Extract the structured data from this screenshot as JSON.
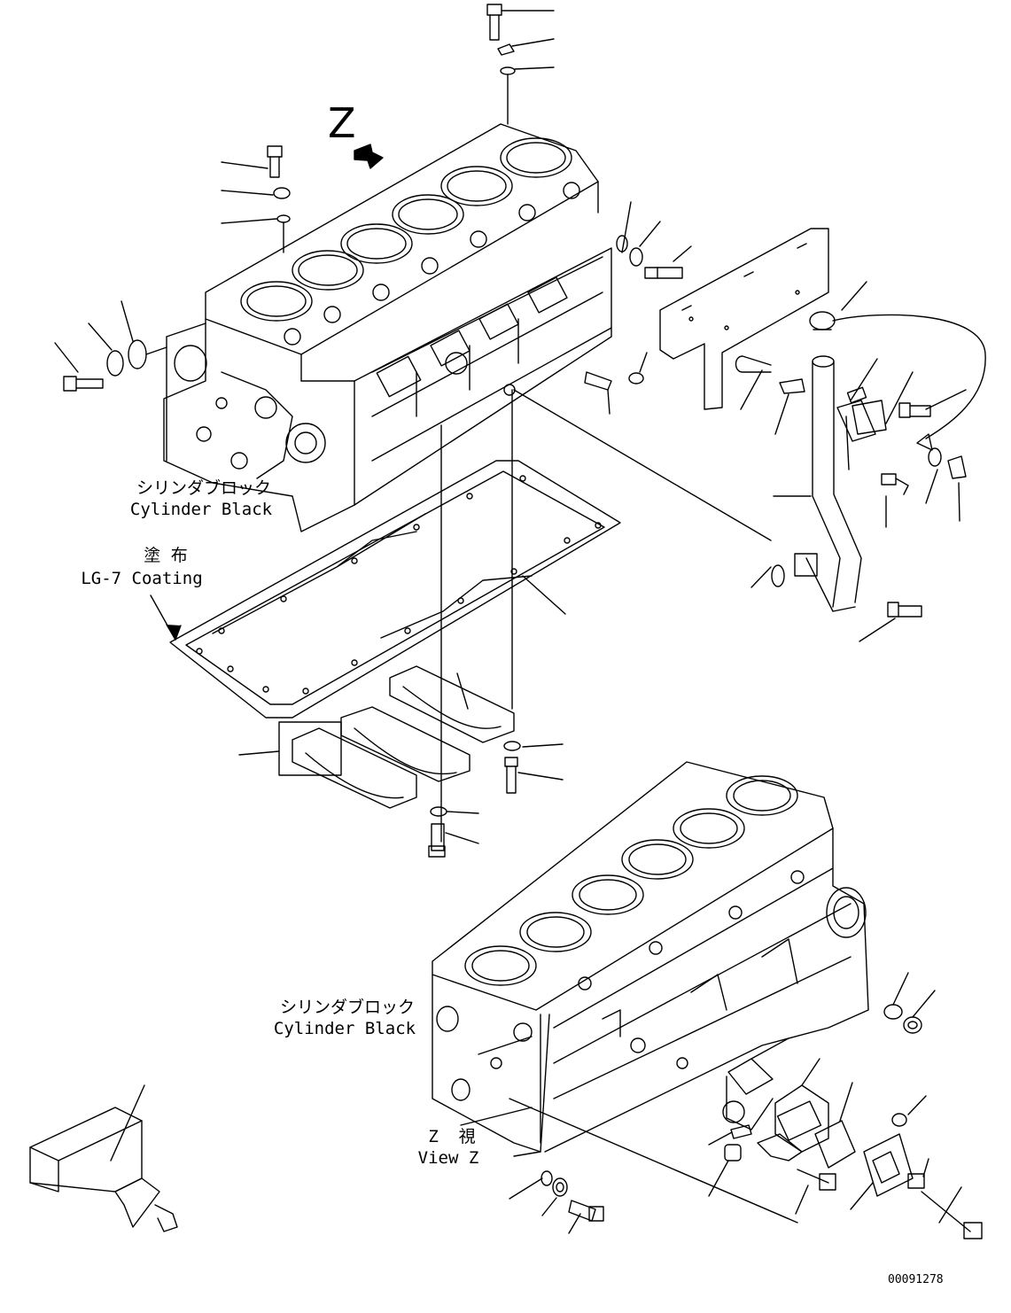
{
  "view_marker": "Z",
  "labels": {
    "block_upper_jp": "シリンダブロック",
    "block_upper_en": "Cylinder Black",
    "coating_jp": "塗 布",
    "coating_en": "LG-7 Coating",
    "block_lower_jp": "シリンダブロック",
    "block_lower_en": "Cylinder Black",
    "view_jp": "Z  視",
    "view_en": "View Z"
  },
  "drawing_number": "00091278",
  "icons": [
    "arrow-icon",
    "cylinder-block-drawing",
    "gasket-drawing",
    "bracket-drawing",
    "pipe-drawing",
    "bolt-drawing",
    "seal-tube-drawing"
  ],
  "colors": {
    "line": "#000000",
    "background": "#ffffff"
  }
}
